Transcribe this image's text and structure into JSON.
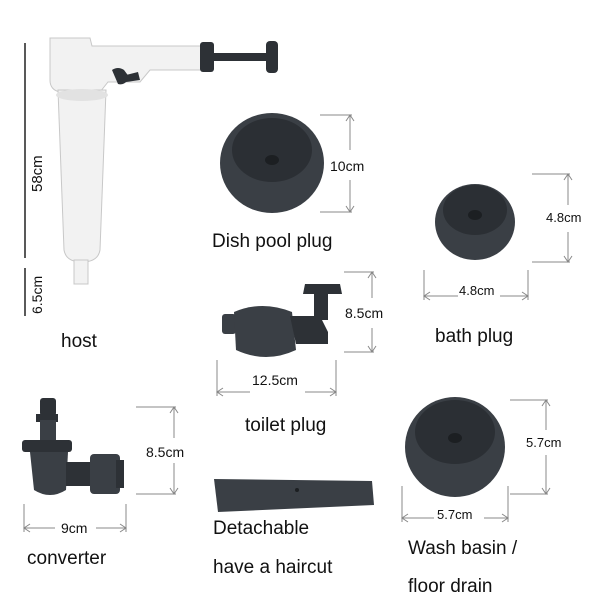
{
  "host": {
    "label": "host",
    "height_total": "58cm",
    "height_nozzle": "6.5cm"
  },
  "dish_pool_plug": {
    "label": "Dish pool plug",
    "size": "10cm"
  },
  "bath_plug": {
    "label": "bath plug",
    "height": "4.8cm",
    "width": "4.8cm"
  },
  "toilet_plug": {
    "label": "toilet plug",
    "height": "8.5cm",
    "width": "12.5cm"
  },
  "converter": {
    "label": "converter",
    "height": "8.5cm",
    "width": "9cm"
  },
  "detachable": {
    "line1": "Detachable",
    "line2": "have a haircut"
  },
  "wash_basin": {
    "line1": "Wash basin /",
    "line2": "floor drain",
    "height": "5.7cm",
    "width": "5.7cm"
  },
  "colors": {
    "dark_part": "#3a3f45",
    "white_part": "#f2f2f2",
    "line": "#222222"
  }
}
